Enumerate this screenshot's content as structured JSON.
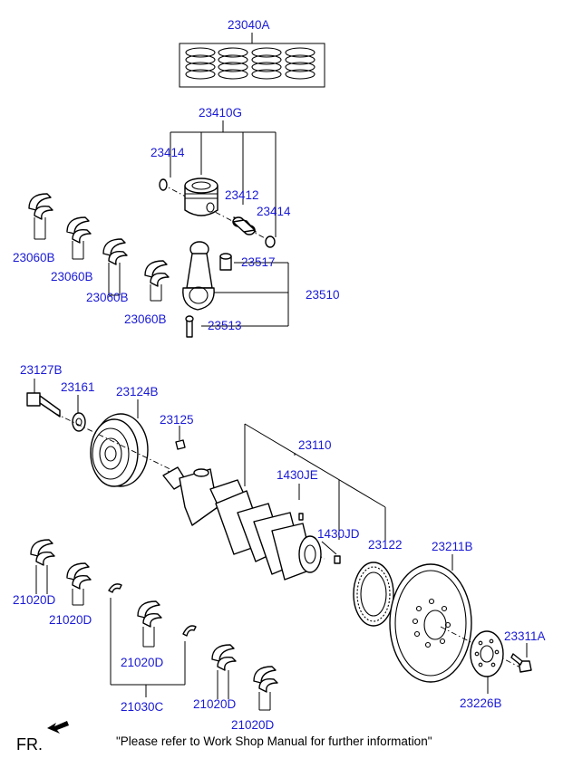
{
  "labels": {
    "ring_set": "23040A",
    "piston_assy": "23410G",
    "snap_ring_upper": "23414",
    "piston_pin": "23412",
    "snap_ring_lower": "23414",
    "conrod_bearing": "23517",
    "conrod_assy": "23510",
    "conrod_bolt": "23513",
    "cr_bearing_1": "23060B",
    "cr_bearing_2": "23060B",
    "cr_bearing_3": "23060B",
    "cr_bearing_4": "23060B",
    "pulley_bolt": "23127B",
    "washer": "23161",
    "damper_pulley": "23124B",
    "key": "23125",
    "crankshaft_assy": "23110",
    "pin_1430je": "1430JE",
    "pin_1430jd": "1430JD",
    "sensor_wheel": "23122",
    "drive_plate": "23211B",
    "plate_bolt": "23311A",
    "adapter_plate": "23226B",
    "main_bearing_1": "21020D",
    "main_bearing_2": "21020D",
    "main_bearing_3": "21020D",
    "main_bearing_4": "21020D",
    "main_bearing_5": "21020D",
    "thrust_washer": "21030C"
  },
  "footer": {
    "fr": "FR.",
    "note": "\"Please refer to Work Shop Manual for further information\""
  },
  "colors": {
    "label": "#1a1ad6",
    "line": "#000000"
  }
}
